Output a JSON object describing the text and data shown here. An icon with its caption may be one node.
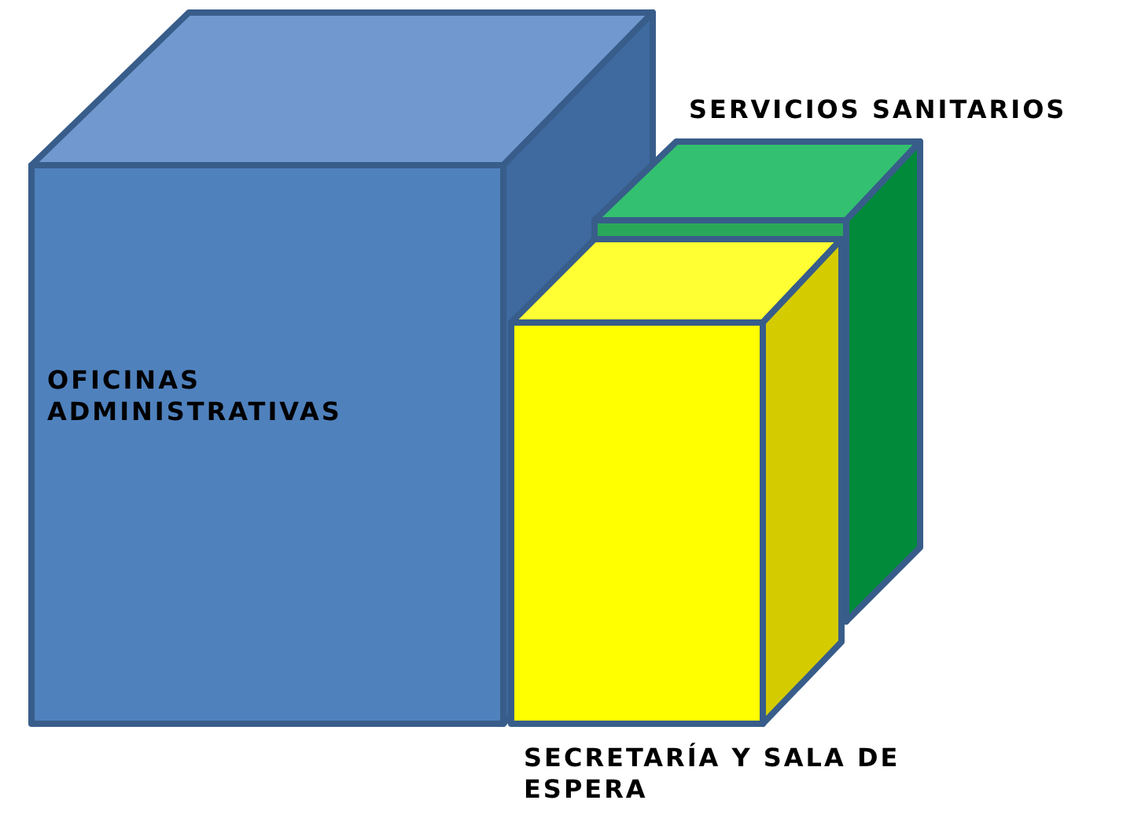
{
  "diagram": {
    "nodes": [
      {
        "text": [
          "OFICINAS ADMINISTRATIVAS"
        ]
      },
      {
        "text": [
          "SERVICIOS SANITARIOS"
        ]
      },
      {
        "text": [
          "SECRETARÍA Y SALA DE ESPERA"
        ]
      }
    ]
  }
}
